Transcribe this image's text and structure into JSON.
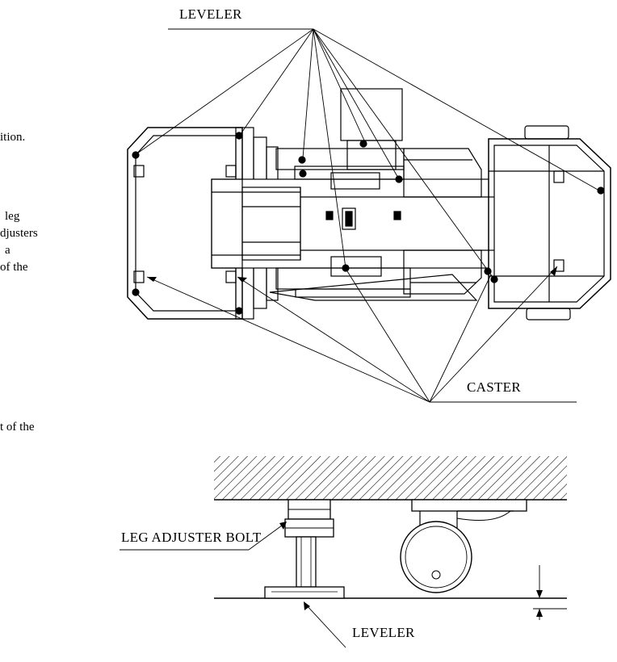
{
  "left_text_fragments": [
    "ition.",
    "leg",
    "djusters",
    "a",
    "of the",
    "t of the"
  ],
  "top_diagram": {
    "leveler_label": "LEVELER",
    "caster_label": "CASTER"
  },
  "bottom_diagram": {
    "leg_adjuster_bolt_label": "LEG ADJUSTER BOLT",
    "leveler_label": "LEVELER"
  }
}
